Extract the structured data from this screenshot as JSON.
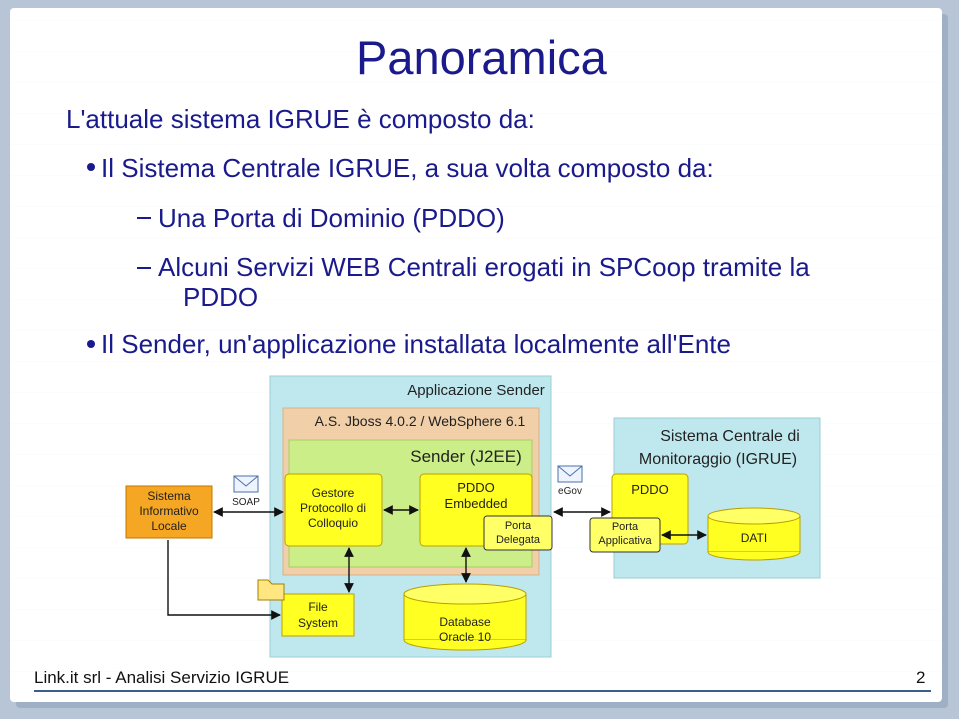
{
  "slide": {
    "title": "Panoramica",
    "intro": "L'attuale sistema IGRUE è composto da:",
    "bullet1": "Il Sistema Centrale IGRUE, a sua volta composto da:",
    "sub1": "Una Porta di Dominio (PDDO)",
    "sub2_line1": "Alcuni Servizi WEB Centrali erogati in SPCoop tramite la",
    "sub2_line2": "PDDO",
    "bullet2": "Il Sender, un'applicazione installata localmente all'Ente",
    "footer": "Link.it srl - Analisi Servizio IGRUE",
    "page_number": "2"
  },
  "diagram": {
    "app_sender": "Applicazione Sender",
    "as_container": "A.S. Jboss 4.0.2 / WebSphere 6.1",
    "sender_j2ee": "Sender (J2EE)",
    "gestore": [
      "Gestore",
      "Protocollo di",
      "Colloquio"
    ],
    "pddo_embedded": [
      "PDDO",
      "Embedded"
    ],
    "porta_delegata": [
      "Porta",
      "Delegata"
    ],
    "sistema_centrale": [
      "Sistema Centrale di",
      "Monitoraggio (IGRUE)"
    ],
    "pddo": "PDDO",
    "porta_applicativa": [
      "Porta",
      "Applicativa"
    ],
    "dati": "DATI",
    "sistema_informativo": [
      "Sistema",
      "Informativo",
      "Locale"
    ],
    "soap": "SOAP",
    "egov": "eGov",
    "file_system": [
      "File",
      "System"
    ],
    "database": [
      "Database",
      "Oracle 10"
    ]
  },
  "colors": {
    "text_blue": "#1a1a8c",
    "cyan_box": "#bfe8ee",
    "beige_box": "#f1cfa8",
    "green_box": "#ccee88",
    "yellow_box": "#ffff22",
    "orange_box": "#f5a623"
  }
}
